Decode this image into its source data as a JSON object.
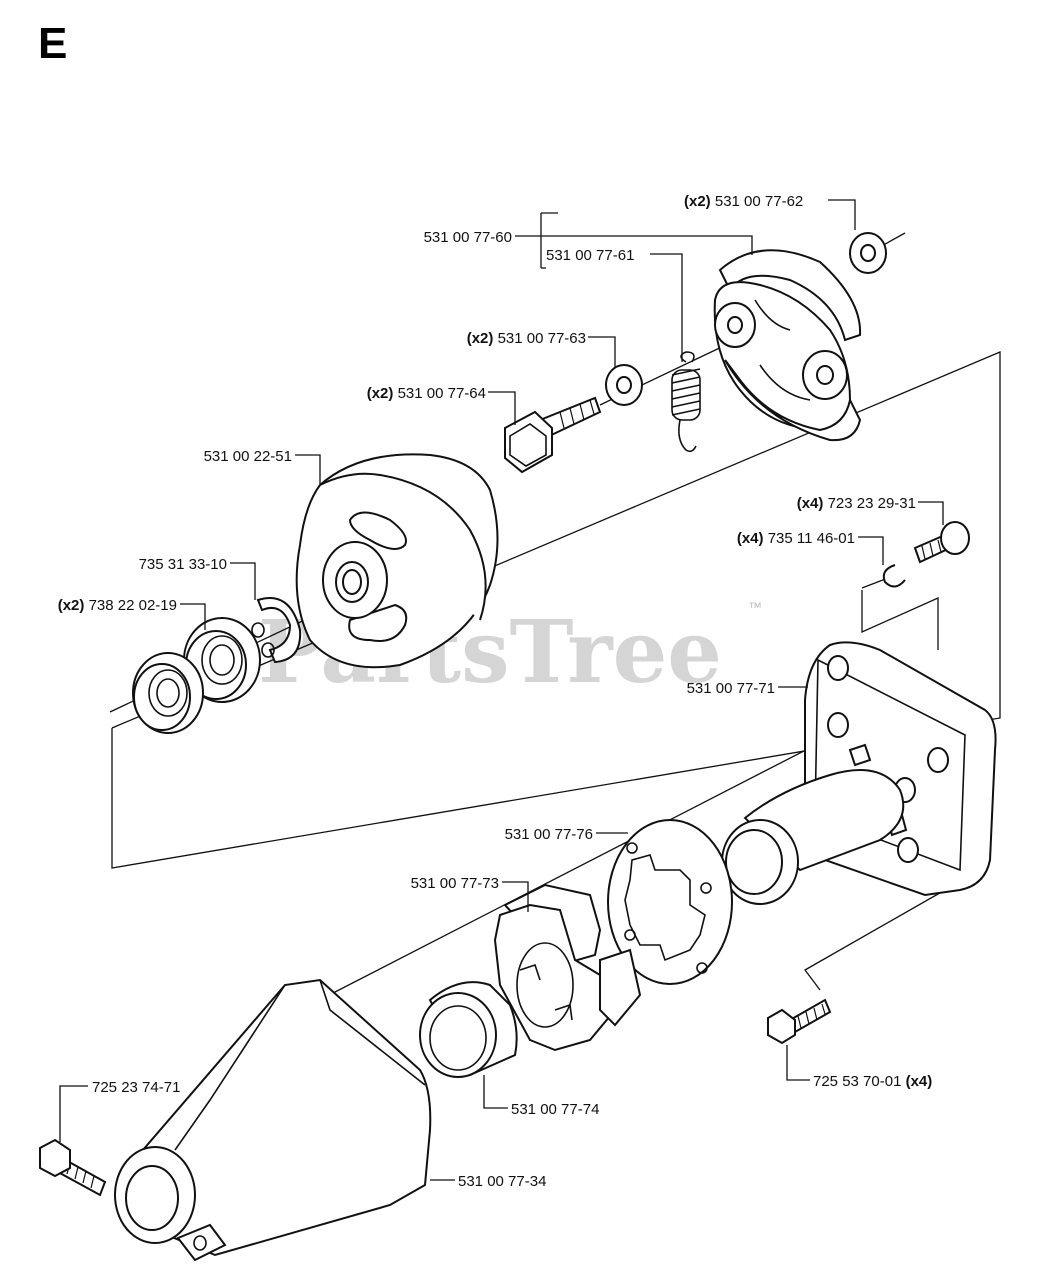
{
  "section_letter": "E",
  "watermark": "PartsTree",
  "trademark": "™",
  "labels": {
    "p_77_62": {
      "qty": "(x2)",
      "part": "531 00 77-62"
    },
    "p_77_60": {
      "qty": "",
      "part": "531 00 77-60"
    },
    "p_77_61": {
      "qty": "",
      "part": "531 00 77-61"
    },
    "p_77_63": {
      "qty": "(x2)",
      "part": "531 00 77-63"
    },
    "p_77_64": {
      "qty": "(x2)",
      "part": "531 00 77-64"
    },
    "p_22_51": {
      "qty": "",
      "part": "531 00 22-51"
    },
    "p_723": {
      "qty": "(x4)",
      "part": "723 23 29-31"
    },
    "p_735_11": {
      "qty": "(x4)",
      "part": "735 11 46-01"
    },
    "p_735_31": {
      "qty": "",
      "part": "735 31 33-10"
    },
    "p_738": {
      "qty": "(x2)",
      "part": "738 22 02-19"
    },
    "p_77_71": {
      "qty": "",
      "part": "531 00 77-71"
    },
    "p_77_76": {
      "qty": "",
      "part": "531 00 77-76"
    },
    "p_77_73": {
      "qty": "",
      "part": "531 00 77-73"
    },
    "p_725_23": {
      "qty": "",
      "part": "725 23 74-71"
    },
    "p_77_74": {
      "qty": "",
      "part": "531 00 77-74"
    },
    "p_725_53": {
      "qty": "(x4)",
      "part": "725 53 70-01"
    },
    "p_77_34": {
      "qty": "",
      "part": "531 00 77-34"
    }
  }
}
